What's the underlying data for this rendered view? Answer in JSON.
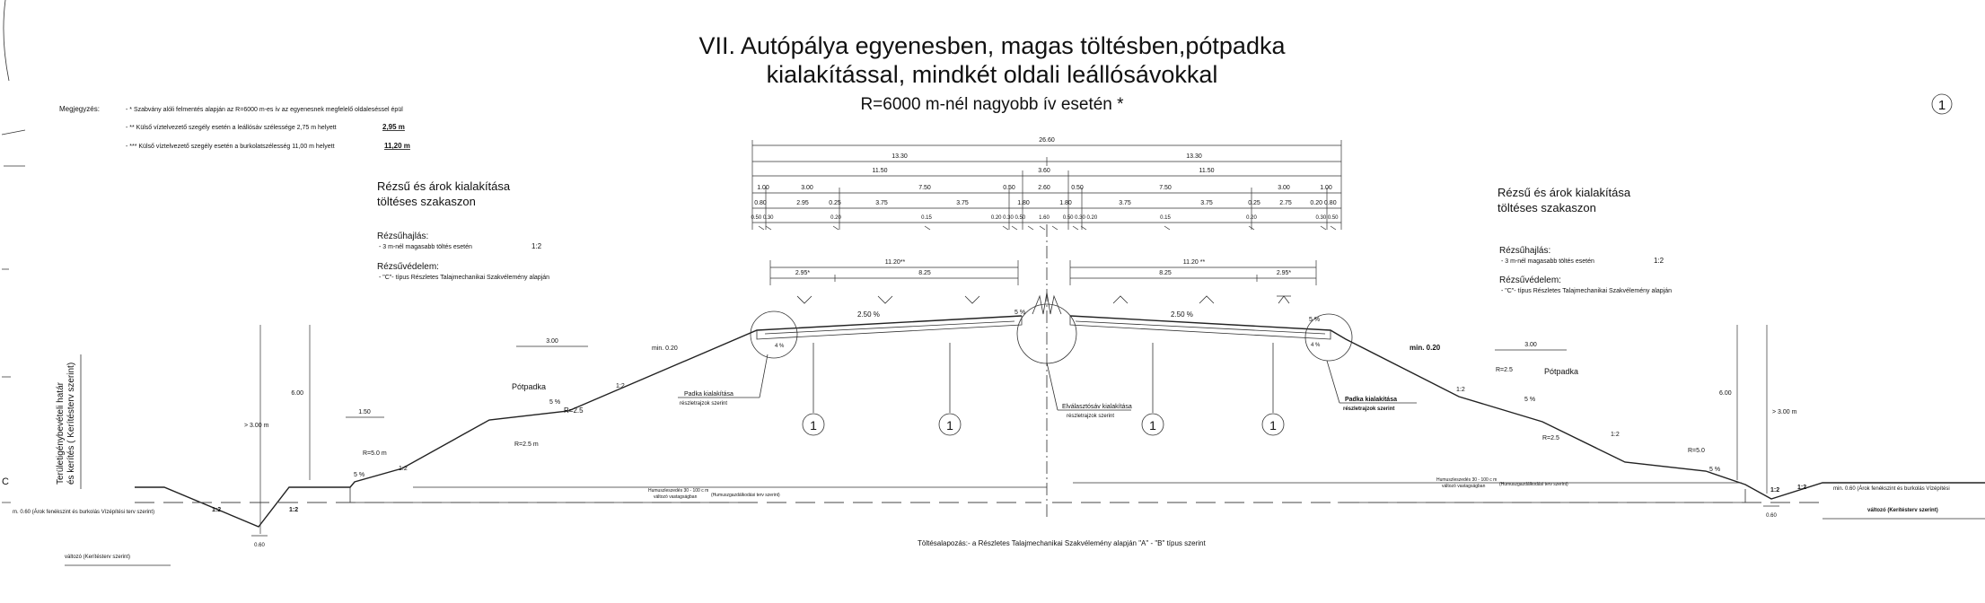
{
  "title": {
    "line1": "VII. Autópálya egyenesben, magas töltésben,pótpadka",
    "line2": "kialakítással, mindkét oldali leállósávokkal",
    "line3": "R=6000 m-nél nagyobb ív esetén *",
    "sheet_no": "1"
  },
  "notes": {
    "label": "Megjegyzés:",
    "n1": "- * Szabvány alóli felmentés alapján az R=6000 m-es ív az egyenesnek megfelelő oldaleséssel épül",
    "n2": "- ** Külső víztelvezető szegély esetén a leállósáv szélessége 2,75 m helyett",
    "n2_val": "2,95 m",
    "n3": "- *** Külső víztelvezető szegély esetén a burkolatszélesség 11,00 m helyett",
    "n3_val": "11,20 m"
  },
  "left_block": {
    "h1": "Rézsű és árok kialakítása",
    "h2": "töltéses szakaszon",
    "slope_h": "Rézsűhajlás:",
    "slope_t": "- 3 m-nél magasabb töltés esetén",
    "slope_v": "1:2",
    "prot_h": "Rézsűvédelem:",
    "prot_t": "- \"C\"- típus Részletes Talajmechanikai Szakvélemény alapján"
  },
  "right_block": {
    "h1": "Rézsű és árok kialakítása",
    "h2": "töltéses szakaszon",
    "slope_h": "Rézsűhajlás:",
    "slope_t": "- 3 m-nél magasabb töltés esetén",
    "slope_v": "1:2",
    "prot_h": "Rézsűvédelem:",
    "prot_t": "- \"C\"- típus Részletes Talajmechanikai Szakvélemény alapján"
  },
  "dims": {
    "total": "26.60",
    "half_l": "13.30",
    "half_r": "13.30",
    "w11_l": "11.50",
    "w360": "3.60",
    "w11_r": "11.50",
    "row3": [
      "1.00",
      "3.00",
      "7.50",
      "0.50",
      "2.60",
      "0.50",
      "7.50",
      "3.00",
      "1.00"
    ],
    "row4": [
      "0.80",
      "2.95",
      "0.25",
      "3.75",
      "3.75",
      "1.80",
      "1.80",
      "3.75",
      "3.75",
      "0.25",
      "2.75",
      "0.20 0.80"
    ],
    "row5": [
      "0.50 0.30",
      "0.20",
      "0.15",
      "0.20 0.30 0.50",
      "1.60",
      "0.50 0.30 0.20",
      "0.15",
      "0.20",
      "0.30 0.50"
    ],
    "pav_l": "11.20**",
    "pav_r": "11.20 **",
    "sh_l": "2.95*",
    "lane_l": "8.25",
    "lane_r": "8.25",
    "sh_r": "2.95*"
  },
  "section": {
    "slope_25": "2.50 %",
    "slope_5": "5 %",
    "slope_4": "4 %",
    "min020_l": "min. 0.20",
    "min020_r": "min. 0.20",
    "b300_l": "3.00",
    "b300_r": "3.00",
    "b150": "1.50",
    "h600_l": "6.00",
    "h600_r": "6.00",
    "gt3_l": "> 3.00 m",
    "gt3_r": "> 3.00 m",
    "potpadka_l": "Pótpadka",
    "potpadka_r": "Pótpadka",
    "r25": "R=2.5",
    "r25m": "R=2.5 m",
    "r50": "R=5.0 m",
    "r50r": "R=5.0",
    "r25r": "R=2.5",
    "s12": "1:2",
    "padka_l1": "Padka kialakítása",
    "padka_l2": "részletrajzok szerint",
    "elv_1": "Elválasztósáv kialakítása",
    "elv_2": "részletrajzok szerint",
    "padka_r1": "Padka kialakítása",
    "padka_r2": "részletrajzok szerint",
    "circle": "1",
    "humus_l1": "Humuszleszedés 30 - 100 c m",
    "humus_l2": "változó vastagságban",
    "humus_l3": "(Humuszgazdálkodási terv szerint)",
    "ditch_l": "m. 0.60 (Árok fenékszint és burkolás Vízépítési terv szerint)",
    "ditch_r": "min. 0.60 (Árok fenékszint és burkolás Vízépítési",
    "d060": "0.60",
    "valtozo_l": "változó (Kerítésterv szerint)",
    "valtozo_r": "változó (Kerítésterv szerint)",
    "border1": "Területigénybevételi határ",
    "border2": "és kerítés ( Kerítésterv szerint)",
    "foundation": "Töltésalapozás:- a Részletes Talajmechanikai Szakvélemény alapján \"A\" - \"B\" típus szerint",
    "edge_c": "C"
  }
}
